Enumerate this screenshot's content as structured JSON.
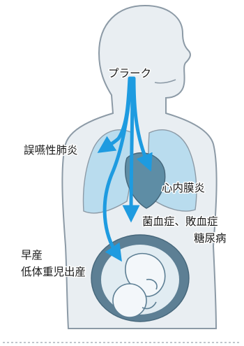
{
  "labels": {
    "plaque": "プラーク",
    "pneumonia": "誤嚥性肺炎",
    "endocarditis": "心内膜炎",
    "bacteremia_sepsis": "菌血症、敗血症",
    "diabetes": "糖尿病",
    "preterm_birth": "早産",
    "low_birth_weight": "低体重児出産"
  },
  "colors": {
    "body_fill": "#e9eef2",
    "body_outline": "#8c9aa6",
    "lung_fill": "#b9dcee",
    "heart_fill": "#5e8da5",
    "uterus_fill": "#5d7f94",
    "fetus_fill": "#e1ecf2",
    "arrow": "#1e9be0"
  }
}
